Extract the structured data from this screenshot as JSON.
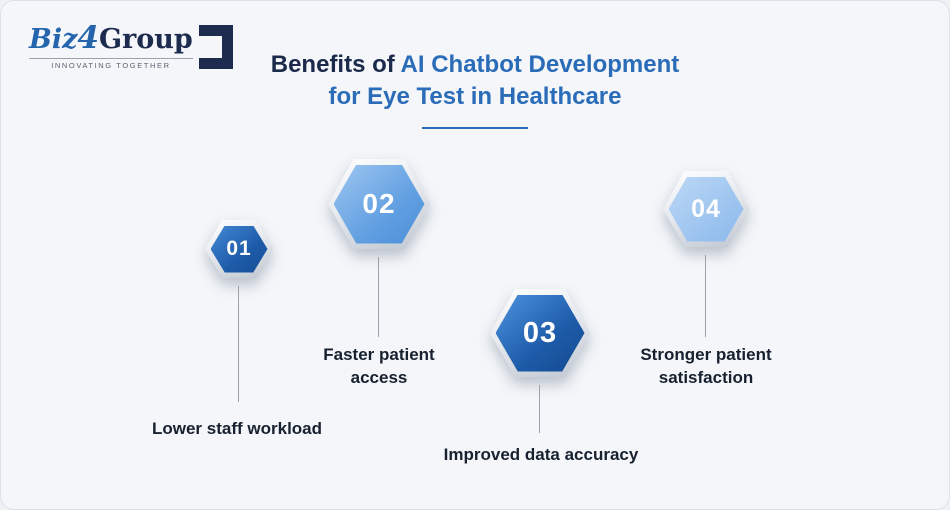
{
  "logo": {
    "biz": "Biz",
    "four": "4",
    "group": "Group",
    "tagline": "INNOVATING TOGETHER"
  },
  "title": {
    "prefix": "Benefits of ",
    "highlight_line1": "AI Chatbot Development",
    "line2": "for Eye Test in Healthcare"
  },
  "items": [
    {
      "number": "01",
      "label": "Lower staff workload"
    },
    {
      "number": "02",
      "label": "Faster patient access"
    },
    {
      "number": "03",
      "label": "Improved data accuracy"
    },
    {
      "number": "04",
      "label": "Stronger patient satisfaction"
    }
  ],
  "colors": {
    "background": "#f4f6f9",
    "title_dark": "#1b2a4a",
    "title_highlight": "#2a6cb8",
    "hex_dark_blue": "#1d5ba8",
    "hex_medium_blue": "#5e9de0",
    "hex_light_blue": "#9ec6f0",
    "label_text": "#17212f",
    "connector": "#9aa3ad"
  }
}
